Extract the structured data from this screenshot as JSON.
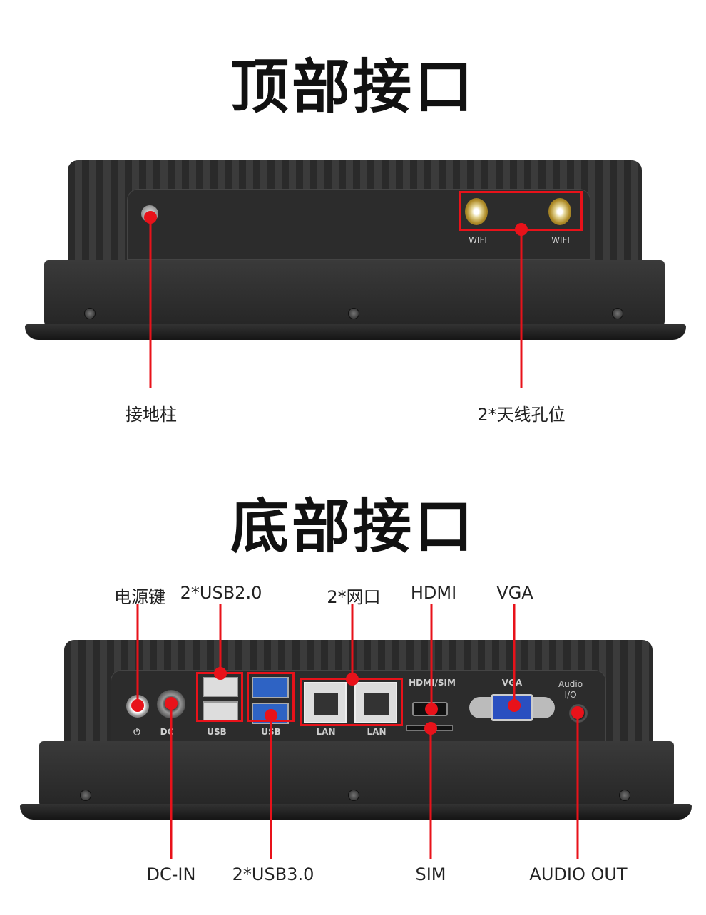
{
  "top_section": {
    "title": "顶部接口",
    "ports": {
      "wifi_1": "WIFI",
      "wifi_2": "WIFI"
    },
    "callouts": {
      "ground": "接地柱",
      "antenna": "2*天线孔位"
    }
  },
  "bottom_section": {
    "title": "底部接口",
    "ports": {
      "power": "⏻",
      "dc": "DC",
      "usb2": "USB",
      "usb3": "USB",
      "lan1": "LAN",
      "lan2": "LAN",
      "hdmi_sim": "HDMI/SIM",
      "vga": "VGA",
      "audio": "Audio I/O"
    },
    "callouts_top": {
      "power": "电源键",
      "usb2": "2*USB2.0",
      "lan": "2*网口",
      "hdmi": "HDMI",
      "vga": "VGA"
    },
    "callouts_bottom": {
      "dc": "DC-IN",
      "usb3": "2*USB3.0",
      "sim": "SIM",
      "audio": "AUDIO OUT"
    }
  },
  "colors": {
    "callout": "#e8121a",
    "device": "#2c2c2c"
  }
}
